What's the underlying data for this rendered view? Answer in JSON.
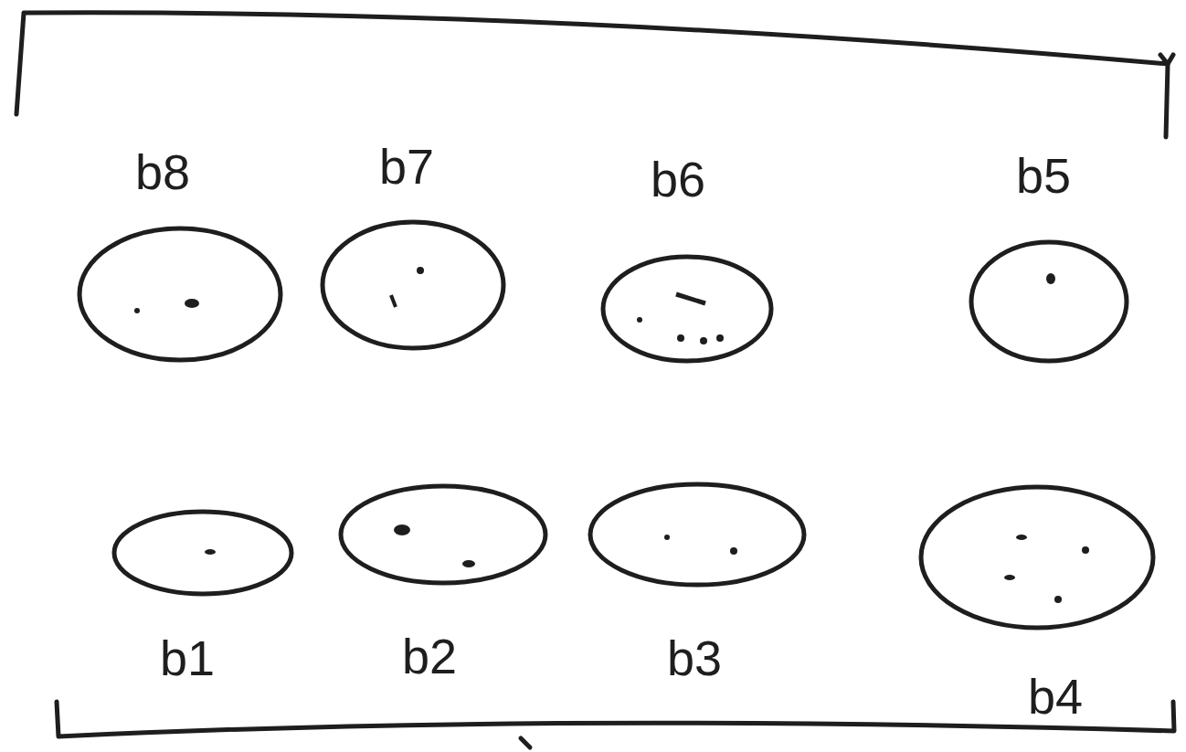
{
  "diagram": {
    "nodes": [
      {
        "text": [
          "b8"
        ]
      },
      {
        "text": [
          "b7"
        ]
      },
      {
        "text": [
          "b6"
        ]
      },
      {
        "text": [
          "b5"
        ]
      },
      {
        "text": [
          "b1"
        ]
      },
      {
        "text": [
          "b2"
        ]
      },
      {
        "text": [
          "b3"
        ]
      },
      {
        "text": [
          "b4"
        ]
      }
    ]
  }
}
